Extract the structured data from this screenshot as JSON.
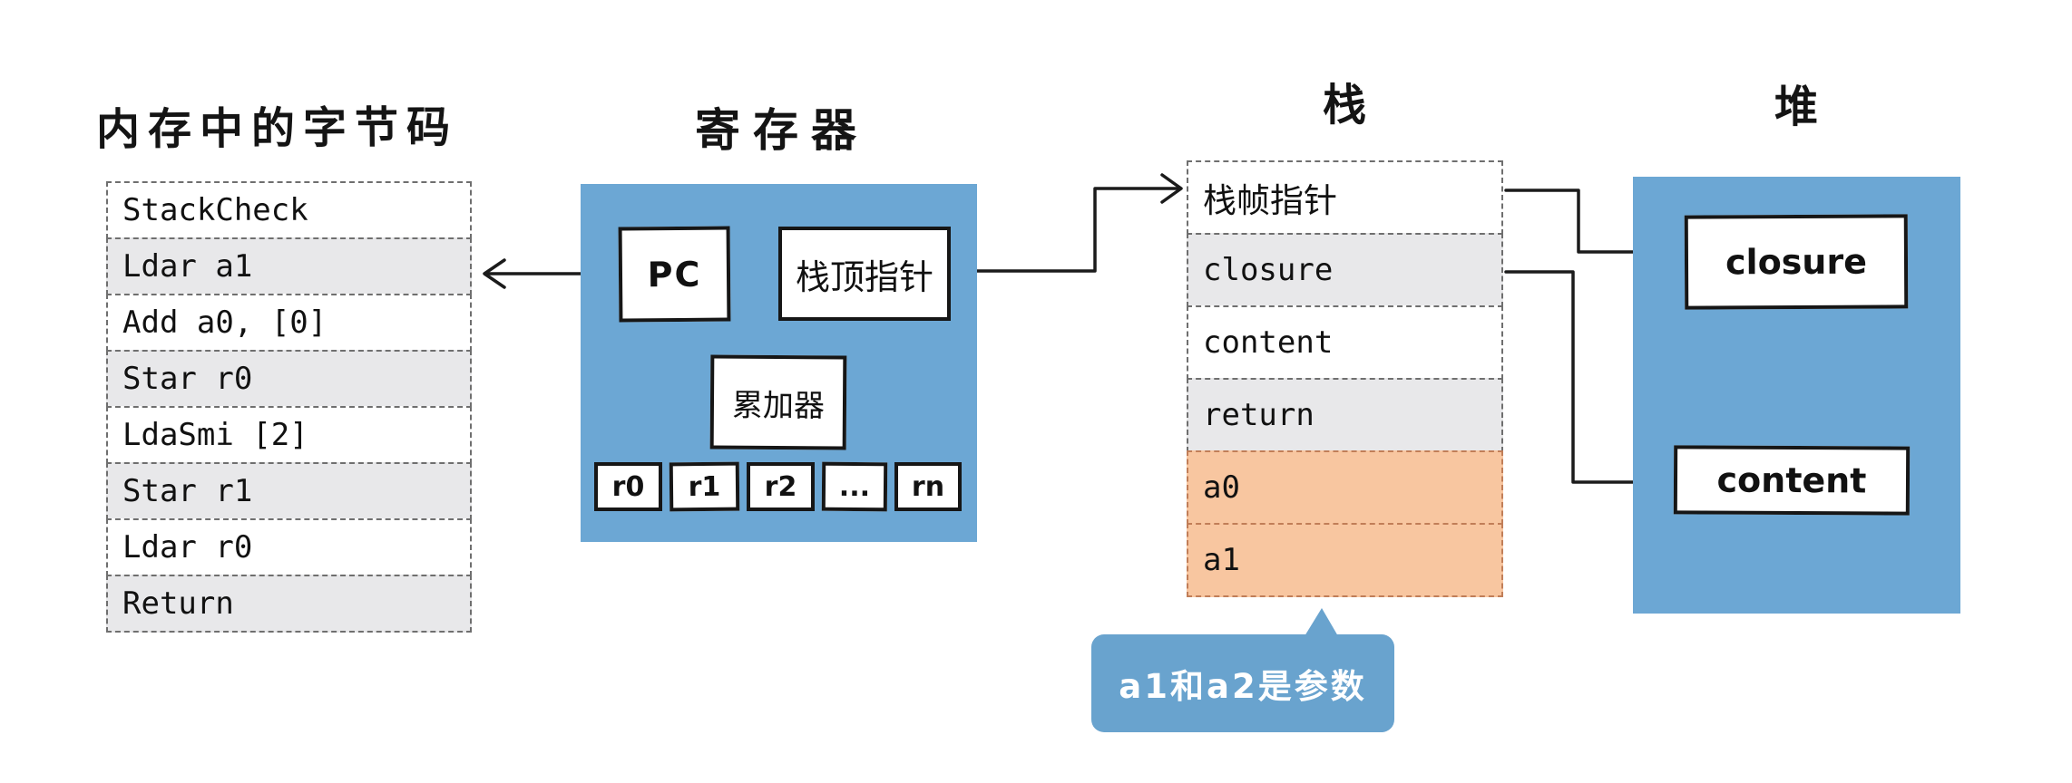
{
  "memory": {
    "title": "内存中的字节码",
    "rows": [
      "StackCheck",
      "Ldar a1",
      "Add a0, [0]",
      "Star r0",
      "LdaSmi [2]",
      "Star r1",
      "Ldar r0",
      "Return"
    ]
  },
  "registers": {
    "title": "寄存器",
    "pc_label": "PC",
    "stack_top_pointer_label": "栈顶指针",
    "accumulator_label": "累加器",
    "general_registers": [
      "r0",
      "r1",
      "r2",
      "...",
      "rn"
    ]
  },
  "stack": {
    "title": "栈",
    "rows": [
      {
        "label": "栈帧指针",
        "tone": "white"
      },
      {
        "label": "closure",
        "tone": "gray"
      },
      {
        "label": "content",
        "tone": "white"
      },
      {
        "label": "return",
        "tone": "gray"
      },
      {
        "label": "a0",
        "tone": "orange"
      },
      {
        "label": "a1",
        "tone": "orange"
      }
    ]
  },
  "callout": {
    "text": "a1和a2是参数"
  },
  "heap": {
    "title": "堆",
    "boxes": [
      "closure",
      "content"
    ]
  },
  "colors": {
    "box_blue": "#6ca7d4",
    "callout_blue": "#69a3ce",
    "row_gray": "#e8e8ea",
    "row_orange": "#f8c6a0",
    "line": "#1b1b1b"
  }
}
